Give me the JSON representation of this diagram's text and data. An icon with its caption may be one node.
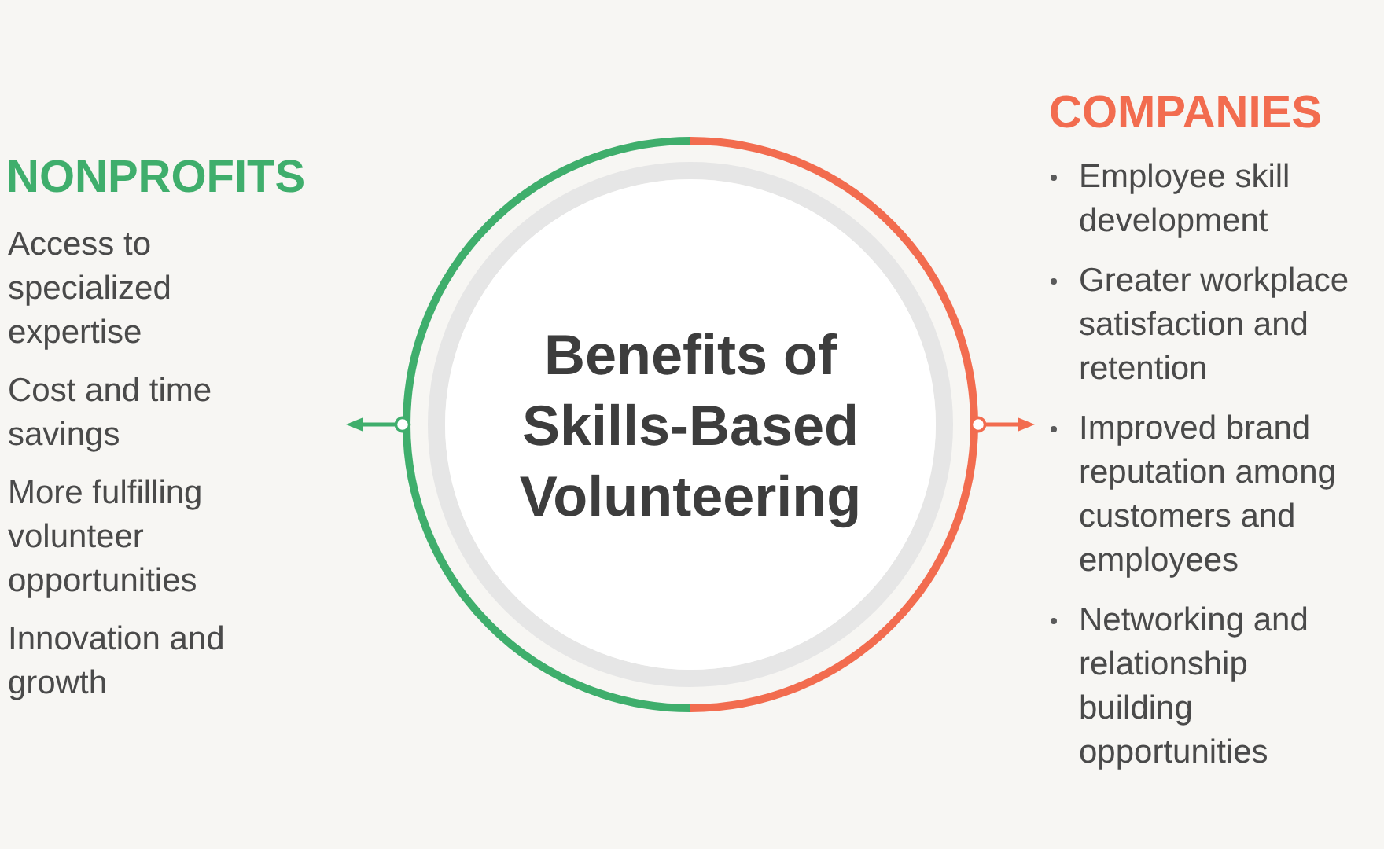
{
  "diagram": {
    "nodes": [
      {
        "text": [
          "Benefits of Skills-Based Volunteering"
        ]
      },
      {
        "text": [
          "NONPROFITS",
          "Access to specialized expertise",
          "Cost and time savings",
          "More fulfilling volunteer opportunities",
          "Innovation and growth"
        ]
      },
      {
        "text": [
          "COMPANIES",
          "Employee skill development",
          "Greater workplace satisfaction and retention",
          "Improved brand reputation among customers and employees",
          "Networking and relationship building opportunities"
        ]
      }
    ],
    "edges": [
      {
        "from": 0,
        "to": 1,
        "arrow": "to",
        "color": "#3fae6c"
      },
      {
        "from": 0,
        "to": 2,
        "arrow": "to",
        "color": "#f26c4f"
      }
    ]
  }
}
